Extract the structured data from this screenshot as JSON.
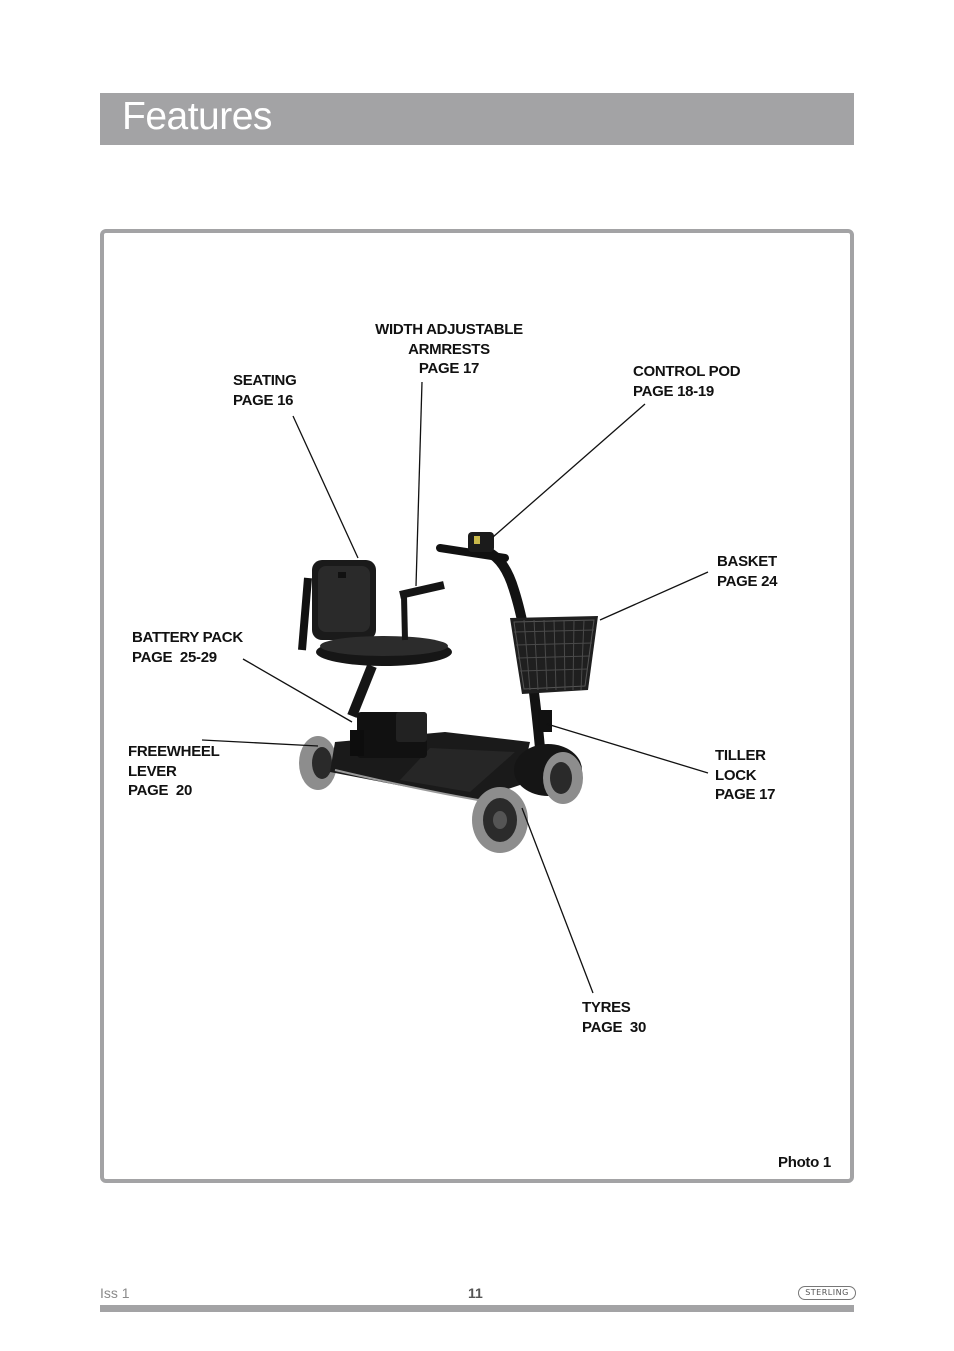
{
  "header": {
    "title": "Features"
  },
  "callouts": {
    "armrests": "WIDTH ADJUSTABLE\nARMRESTS\nPAGE 17",
    "seating": "SEATING\nPAGE 16",
    "control_pod": "CONTROL POD\nPAGE 18-19",
    "basket": "BASKET\nPAGE 24",
    "battery": "BATTERY PACK\nPAGE  25-29",
    "freewheel": "FREEWHEEL\nLEVER\nPAGE  20",
    "tiller_lock": "TILLER\nLOCK\nPAGE 17",
    "tyres": "TYRES\nPAGE  30"
  },
  "photo": {
    "caption": "Photo 1"
  },
  "footer": {
    "issue": "Iss 1",
    "page_number": "11",
    "logo_text": "STERLING"
  },
  "colors": {
    "bar_grey": "#a3a3a5",
    "scooter_black": "#141414",
    "tyre_grey": "#8d8d8d"
  }
}
